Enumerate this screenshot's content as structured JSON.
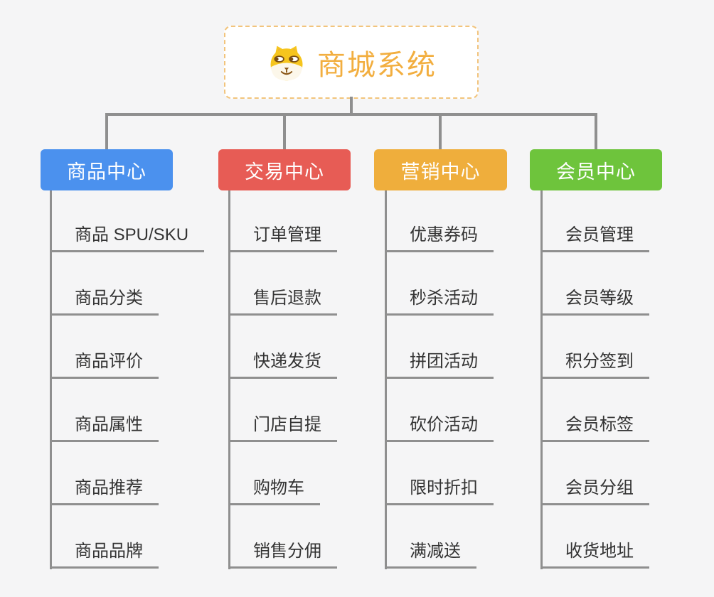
{
  "root": {
    "title": "商城系统",
    "icon": "shiba-dog-icon",
    "title_color": "#F2AE3F",
    "border_color": "#F2C47C",
    "background": "#FFFFFF"
  },
  "branches": [
    {
      "label": "商品中心",
      "color": "#4B91EE",
      "items": [
        "商品 SPU/SKU",
        "商品分类",
        "商品评价",
        "商品属性",
        "商品推荐",
        "商品品牌"
      ]
    },
    {
      "label": "交易中心",
      "color": "#E75C55",
      "items": [
        "订单管理",
        "售后退款",
        "快递发货",
        "门店自提",
        "购物车",
        "销售分佣"
      ]
    },
    {
      "label": "营销中心",
      "color": "#EFAE3C",
      "items": [
        "优惠券码",
        "秒杀活动",
        "拼团活动",
        "砍价活动",
        "限时折扣",
        "满减送"
      ]
    },
    {
      "label": "会员中心",
      "color": "#6EC43C",
      "items": [
        "会员管理",
        "会员等级",
        "积分签到",
        "会员标签",
        "会员分组",
        "收货地址"
      ]
    }
  ],
  "colors": {
    "connector": "#8F8F8F",
    "leaf_text": "#333333",
    "node_text": "#FFFFFF",
    "background": "#F5F5F6"
  }
}
